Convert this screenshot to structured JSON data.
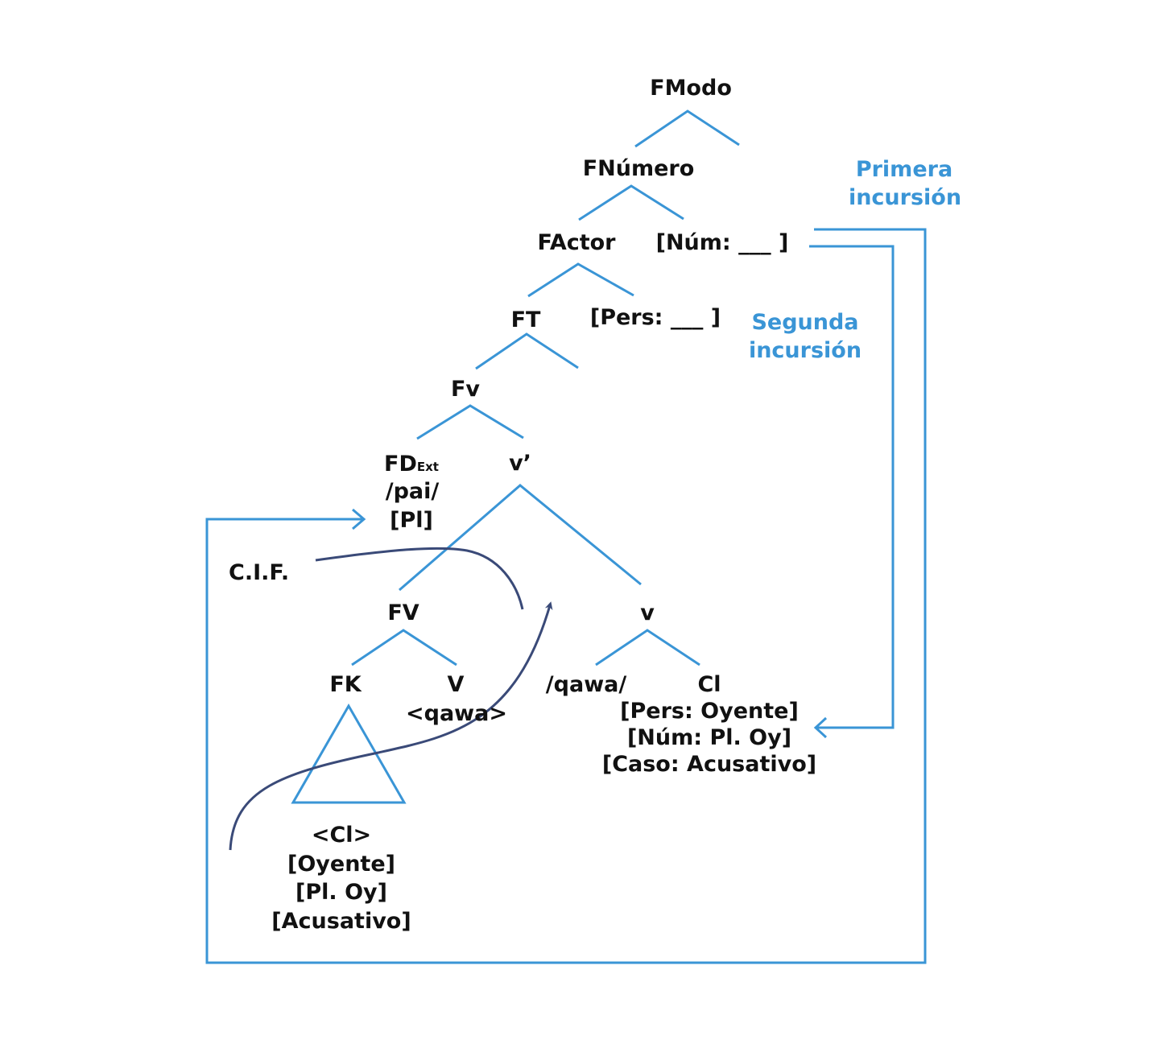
{
  "colors": {
    "branch": "#3a95d6",
    "movement": "#3a4a78",
    "text": "#111111",
    "annotation": "#3a95d6"
  },
  "tree": {
    "fmodo": "FModo",
    "fnumero": "FNúmero",
    "factor": "FActor",
    "num_feature": "[Núm: ___ ]",
    "ft": "FT",
    "pers_feature": "[Pers: ___ ]",
    "fv_small": "Fv",
    "fd_main": "FD",
    "fd_sub": "Ext",
    "fd_phon": "/pai/",
    "fd_feature": "[Pl]",
    "v_bar": "v’",
    "fv_big": "FV",
    "v_small": "v",
    "fk": "FK",
    "v_big": "V",
    "v_trace": "<qawa>",
    "qawa": "/qawa/",
    "cl": "Cl",
    "cl_features": [
      "[Pers: Oyente]",
      "[Núm: Pl. Oy]",
      "[Caso: Acusativo]"
    ],
    "fk_content": [
      "<Cl>",
      "[Oyente]",
      "[Pl. Oy]",
      "[Acusativo]"
    ]
  },
  "annotations": {
    "primera": [
      "Primera",
      "incursión"
    ],
    "segunda": [
      "Segunda",
      "incursión"
    ],
    "cif": "C.I.F."
  }
}
